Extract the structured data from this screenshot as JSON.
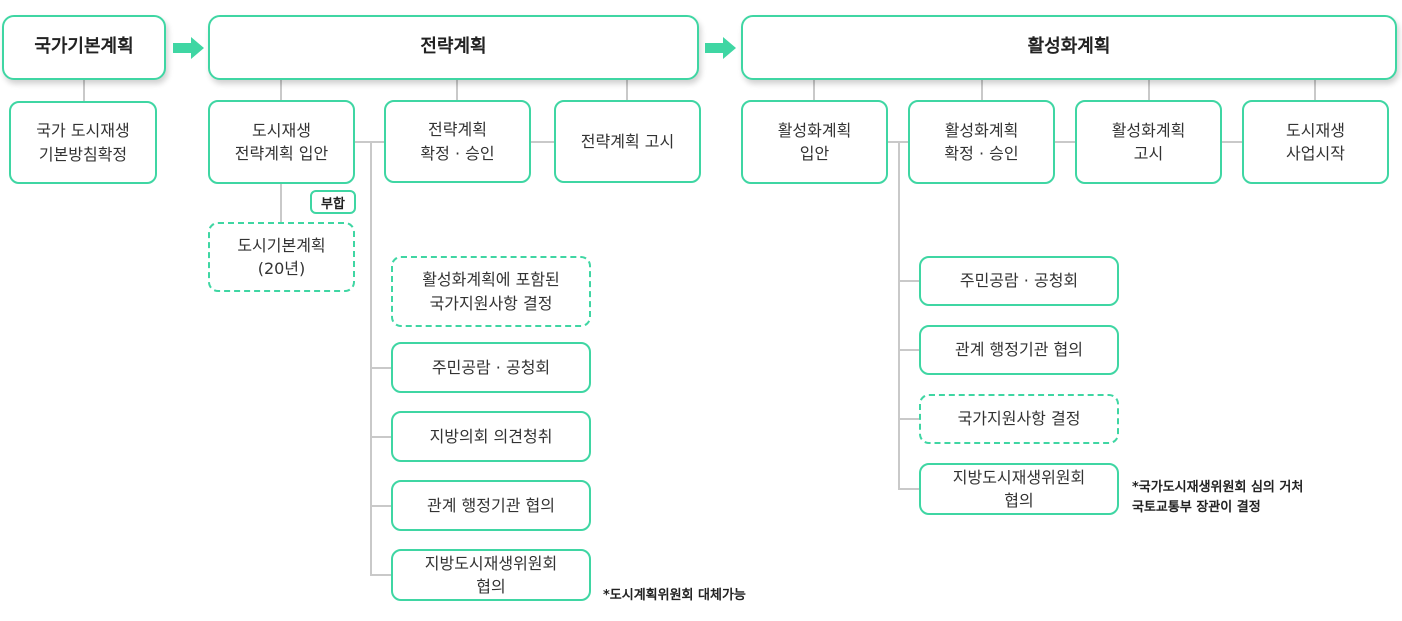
{
  "colors": {
    "accent": "#3fd6a3",
    "connector": "#c9c9c9"
  },
  "stages": {
    "national": "국가기본계획",
    "strategy": "전략계획",
    "activation": "활성화계획"
  },
  "national": {
    "step1": "국가 도시재생\n기본방침확정"
  },
  "strategy": {
    "step1": "도시재생\n전략계획 입안",
    "step2": "전략계획\n확정 · 승인",
    "step3": "전략계획 고시",
    "badge": "부합",
    "basic_plan": "도시기본계획\n(20년)",
    "subs": [
      "활성화계획에 포함된\n국가지원사항 결정",
      "주민공람 · 공청회",
      "지방의회 의견청취",
      "관계 행정기관 협의",
      "지방도시재생위원회\n협의"
    ],
    "note": "*도시계획위원회 대체가능"
  },
  "activation": {
    "step1": "활성화계획\n입안",
    "step2": "활성화계획\n확정 · 승인",
    "step3": "활성화계획\n고시",
    "step4": "도시재생\n사업시작",
    "subs": [
      "주민공람 · 공청회",
      "관계 행정기관 협의",
      "국가지원사항 결정",
      "지방도시재생위원회\n협의"
    ],
    "note": "*국가도시재생위원회 심의 거처\n 국토교통부 장관이 결정"
  }
}
